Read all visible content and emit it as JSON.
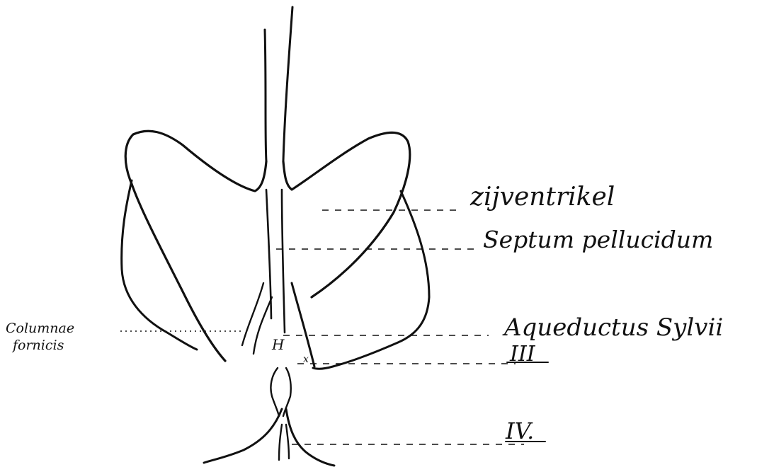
{
  "labels": {
    "zijventrikel": "zijventrikel",
    "septum": "Septum pellucidum",
    "columnae_line1": "Columnae",
    "columnae_line2": "fornicis",
    "aqueductus": "Aqueductus Sylvii",
    "ventricle_three": "III",
    "ventricle_four": "IV.",
    "h_mark": "H",
    "x_mark": "x"
  },
  "colors": {
    "ink": "#111111",
    "paper": "#ffffff"
  }
}
